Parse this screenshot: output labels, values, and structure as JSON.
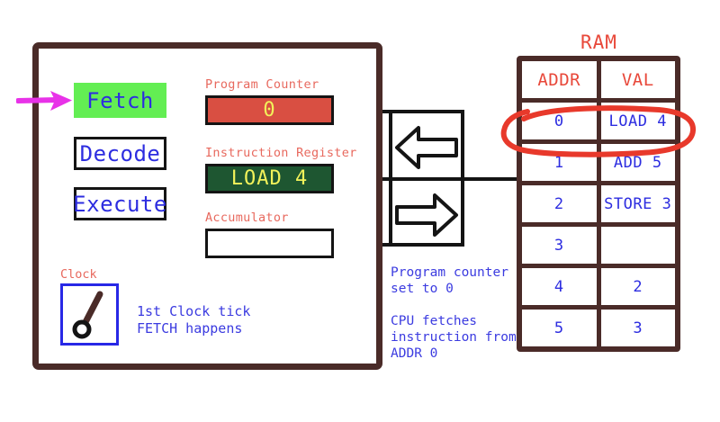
{
  "cpu": {
    "stages": [
      {
        "label": "Fetch",
        "state": "active",
        "name": "stage-fetch"
      },
      {
        "label": "Decode",
        "state": "inactive",
        "name": "stage-decode"
      },
      {
        "label": "Execute",
        "state": "inactive",
        "name": "stage-execute"
      }
    ],
    "registers": [
      {
        "label": "Program Counter",
        "value": "0"
      },
      {
        "label": "Instruction Register",
        "value": "LOAD 4"
      },
      {
        "label": "Accumulator",
        "value": ""
      }
    ],
    "clock": {
      "label": "Clock",
      "note": "1st Clock tick\nFETCH happens"
    },
    "explanation": "Program counter\nset to 0\n\nCPU fetches\ninstruction from\nADDR 0"
  },
  "ram": {
    "title": "RAM",
    "columns": [
      "ADDR",
      "VAL"
    ],
    "rows": [
      {
        "addr": "0",
        "val": "LOAD 4",
        "highlighted": true
      },
      {
        "addr": "1",
        "val": "ADD 5",
        "highlighted": false
      },
      {
        "addr": "2",
        "val": "STORE 3",
        "highlighted": false
      },
      {
        "addr": "3",
        "val": "",
        "highlighted": false
      },
      {
        "addr": "4",
        "val": "2",
        "highlighted": false
      },
      {
        "addr": "5",
        "val": "3",
        "highlighted": false
      }
    ]
  },
  "annotations": {
    "pointer_arrow_target": "Fetch",
    "highlight_row": "0",
    "transfer_arrow_in": "left-arrow",
    "transfer_arrow_out": "right-arrow"
  },
  "colors": {
    "cpu_border": "#4a2b28",
    "stage_active": "#63ee53",
    "stage_text": "#2d2de0",
    "pc_fill": "#d94f42",
    "ir_fill": "#1e5631",
    "register_value_text": "#f2f25a",
    "label_red": "#e8695e",
    "ram_title_red": "#e8483a",
    "note_blue": "#3b3be0",
    "pointer_magenta": "#e832e8",
    "highlight_red": "#e8392b",
    "clock_border": "#2828e6"
  }
}
